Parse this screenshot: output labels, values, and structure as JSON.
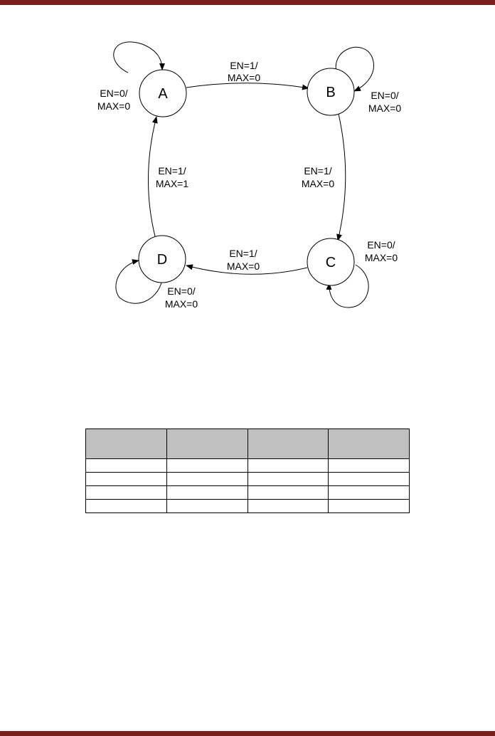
{
  "colors": {
    "page_bar": "#7b1f1f",
    "table_header_bg": "#c0c0c0",
    "line": "#000000"
  },
  "states": [
    {
      "id": "A",
      "label": "A"
    },
    {
      "id": "B",
      "label": "B"
    },
    {
      "id": "C",
      "label": "C"
    },
    {
      "id": "D",
      "label": "D"
    }
  ],
  "transitions": [
    {
      "from": "A",
      "to": "B",
      "line1": "EN=1/",
      "line2": "MAX=0"
    },
    {
      "from": "B",
      "to": "C",
      "line1": "EN=1/",
      "line2": "MAX=0"
    },
    {
      "from": "C",
      "to": "D",
      "line1": "EN=1/",
      "line2": "MAX=0"
    },
    {
      "from": "D",
      "to": "A",
      "line1": "EN=1/",
      "line2": "MAX=1"
    }
  ],
  "self_loops": [
    {
      "state": "A",
      "line1": "EN=0/",
      "line2": "MAX=0"
    },
    {
      "state": "B",
      "line1": "EN=0/",
      "line2": "MAX=0"
    },
    {
      "state": "C",
      "line1": "EN=0/",
      "line2": "MAX=0"
    },
    {
      "state": "D",
      "line1": "EN=0/",
      "line2": "MAX=0"
    }
  ],
  "table": {
    "headers": [
      "",
      "",
      "",
      ""
    ],
    "rows": [
      [
        "",
        "",
        "",
        ""
      ],
      [
        "",
        "",
        "",
        ""
      ],
      [
        "",
        "",
        "",
        ""
      ],
      [
        "",
        "",
        "",
        ""
      ]
    ]
  }
}
